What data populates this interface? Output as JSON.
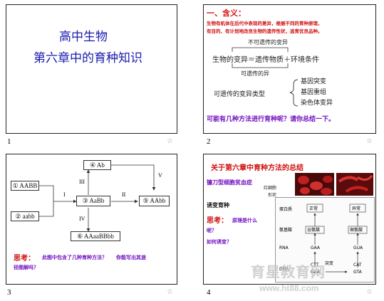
{
  "pages": [
    {
      "number": "1"
    },
    {
      "number": "2"
    },
    {
      "number": "3"
    },
    {
      "number": "4"
    }
  ],
  "star": "☆",
  "slide1": {
    "title": "高中生物",
    "subtitle": "第六章中的育种知识"
  },
  "slide2": {
    "heading": "一、含义：",
    "definition_line1": "生物有机体在后代中表现的差异，根据不同的育种原理，",
    "definition_line2": "有目的、有计划地改良生物的遗传性状，选育优良品种。",
    "label_non_heritable": "不可遗传的变异",
    "equation": "生物的变异＝遗传物质＋环境条件",
    "label_heritable": "可遗传的异",
    "types_label": "可遗传的变异类型",
    "types": [
      "基因突变",
      "基因重组",
      "染色体变异"
    ],
    "question": "可能有几种方法进行育种呢？请你总结一下。"
  },
  "slide3": {
    "nodes": {
      "n1": "① AABB",
      "n2": "② aabb",
      "n3": "③ AaBb",
      "n4": "④ Ab",
      "n5": "⑤ AAbb",
      "n6": "⑥ AAaaBBbb"
    },
    "roman": {
      "I": "I",
      "II": "II",
      "III": "III",
      "IV": "IV",
      "V": "V"
    },
    "question_label": "思考：",
    "question_text1": "此图中包含了几种育种方法？",
    "question_text2": "你能写出其途",
    "question_text3": "径图解吗？"
  },
  "slide4": {
    "title": "关于第六章中育种方法的总结",
    "sickle": "镰刀型细胞贫血症",
    "cell_label1": "红细胞",
    "cell_label2": "形状",
    "mutation": "诱变育种",
    "think_label": "思考：",
    "think_q": "原理是什么",
    "think_q2": "呢？",
    "how": "如何诱变？",
    "rows": [
      "蛋白质",
      "氨基酸",
      "RNA",
      "DNA"
    ],
    "normal": "正常",
    "abnormal": "异常",
    "amino_normal": "谷氨酸",
    "amino_abnormal": "缬氨酸",
    "codon_normal": "GAA",
    "codon_abnormal": "GUA",
    "dna_normal_top": "CTT",
    "dna_normal_bottom": "GAA",
    "dna_abnormal_top": "CAT",
    "dna_abnormal_bottom": "GTA",
    "mutation_label": "突变"
  },
  "watermark": {
    "brand": "育星教育网",
    "url": "www.ht88.com"
  },
  "colors": {
    "title_blue": "#1a1ab0",
    "heading_red": "#d01010",
    "text_purple": "#7010c0",
    "brand_red": "#cc2020",
    "watermark": "#c8c8c8"
  }
}
